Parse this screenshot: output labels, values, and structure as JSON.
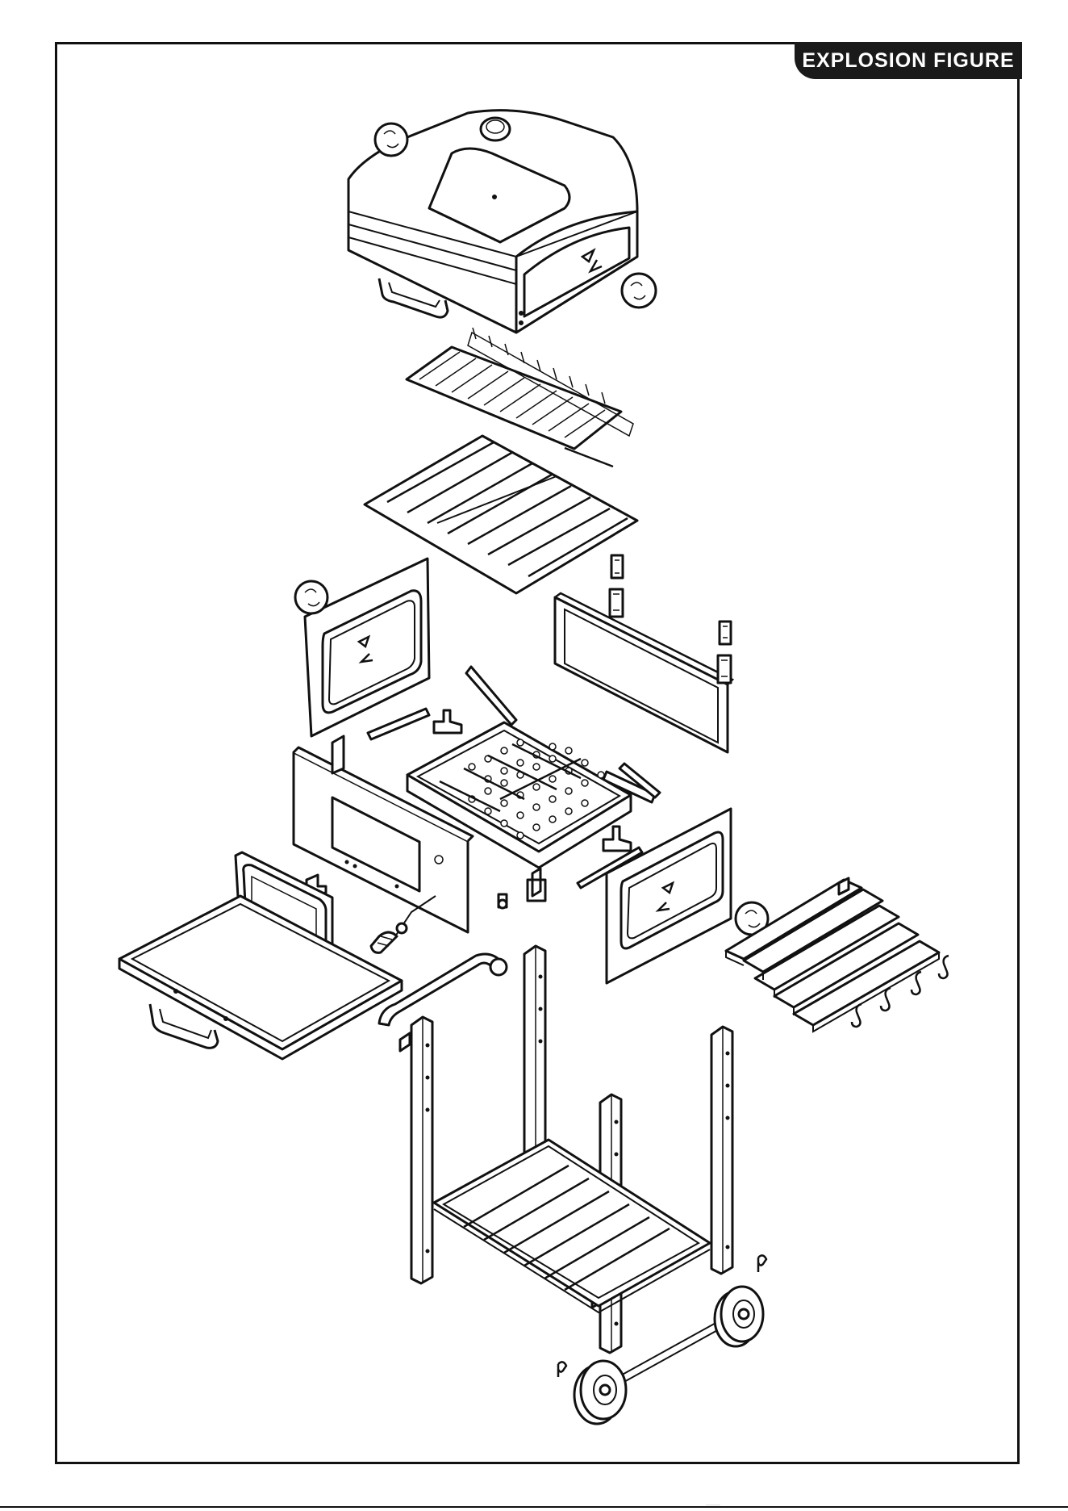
{
  "banner": {
    "label": "EXPLOSION FIGURE"
  },
  "diagram": {
    "parts": [
      "lid-with-thermometer",
      "lid-handle",
      "lid-hinge-disc-left",
      "lid-hinge-disc-right",
      "warming-rack",
      "cooking-grate",
      "firebox-left-panel",
      "firebox-back-panel",
      "firebox-front-panel",
      "firebox-right-panel",
      "charcoal-tray",
      "ash-door",
      "front-shelf",
      "shelf-handle",
      "side-shelf",
      "tool-hooks",
      "cart-legs",
      "bottom-shelf",
      "axle-and-wheels",
      "push-handle"
    ]
  },
  "footer": {
    "note": "·········"
  }
}
